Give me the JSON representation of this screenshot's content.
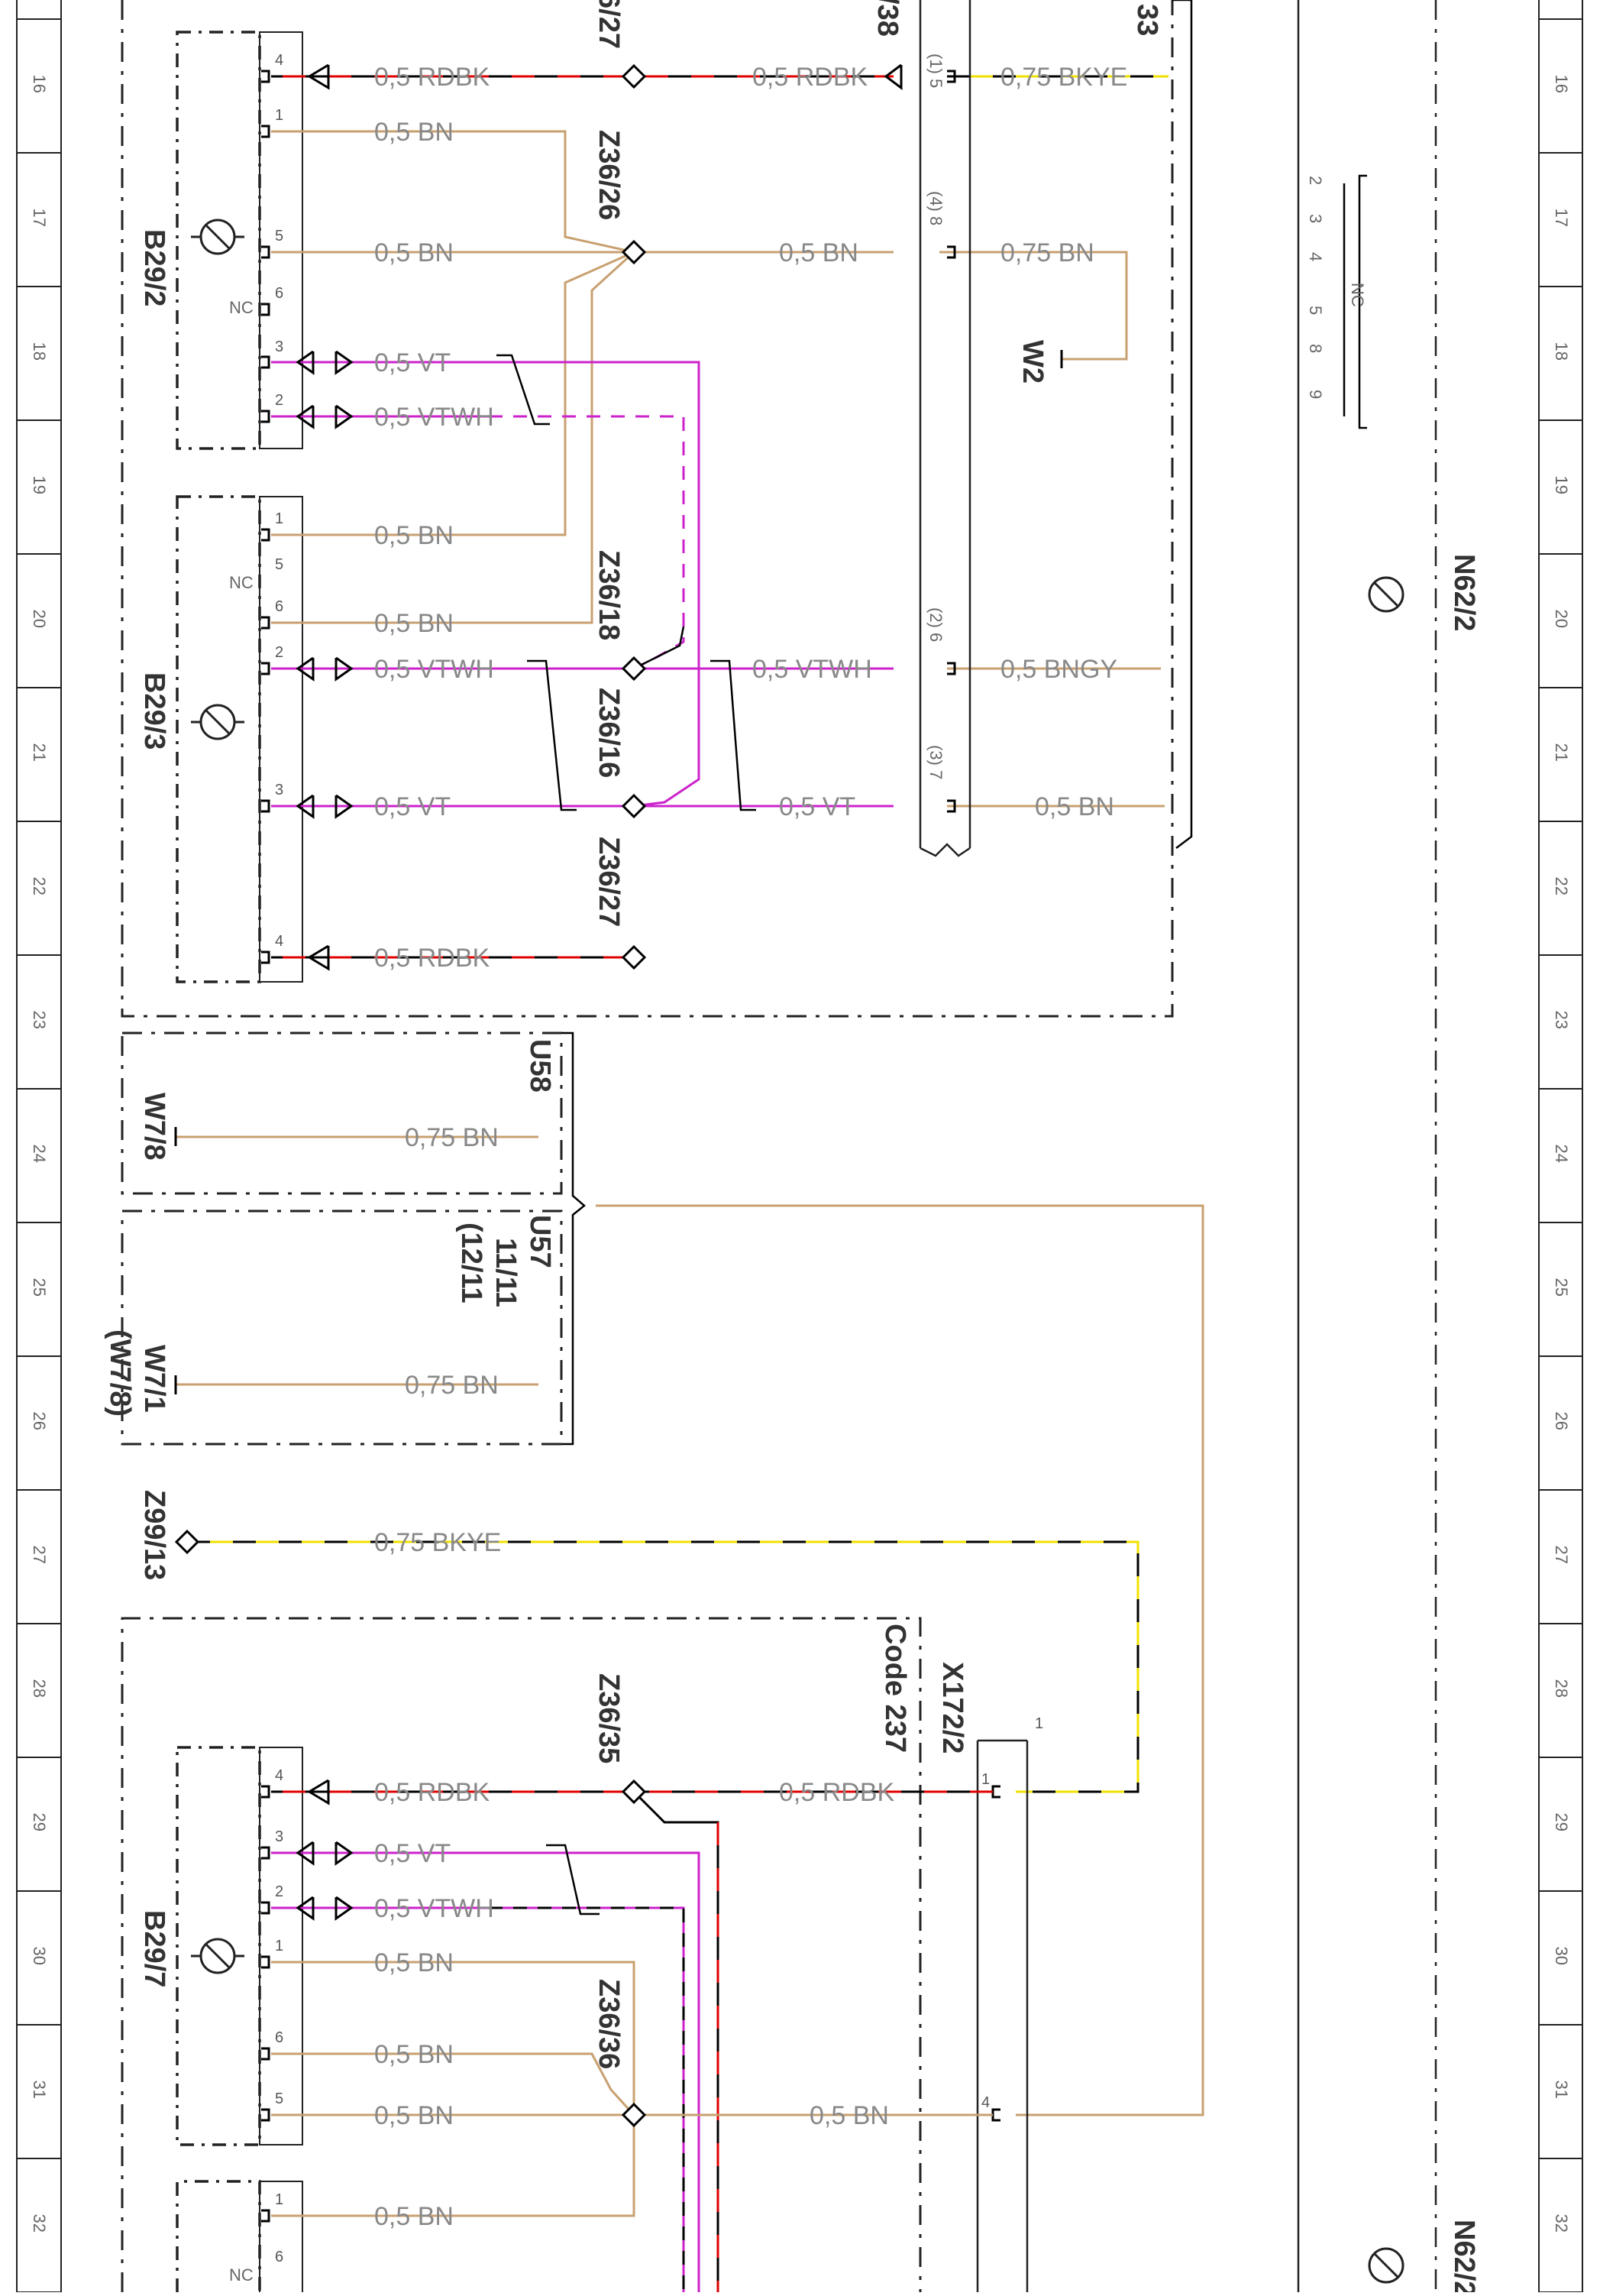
{
  "title": "",
  "rows": [
    "16",
    "17",
    "18",
    "19",
    "20",
    "21",
    "22",
    "23",
    "24",
    "25",
    "26",
    "27",
    "28",
    "29",
    "30",
    "31",
    "32"
  ],
  "components": {
    "b29_2": "B29/2",
    "b29_3": "B29/3",
    "b29_7": "B29/7",
    "n62_2_top": "N62/2",
    "n62_2_bottom": "N62/2",
    "u58": "U58",
    "u57": "U57",
    "u57_ref1": "11/11",
    "u57_ref2": "(12/11",
    "w7_8": "W7/8",
    "w7_1": "W7/1",
    "w7_1_ref": "(W7/8)",
    "w2": "W2",
    "z99_13": "Z99/13",
    "x172_2": "X172/2",
    "code_237": "Code 237",
    "top_cut_1": "6/27",
    "top_cut_2": "/38",
    "top_cut_3": "33"
  },
  "junctions": {
    "z36_26": "Z36/26",
    "z36_18": "Z36/18",
    "z36_16": "Z36/16",
    "z36_27": "Z36/27",
    "z36_35": "Z36/35",
    "z36_36": "Z36/36"
  },
  "wires": {
    "r16a": "0,5 RDBK",
    "r16b": "0,5 RDBK",
    "r16c": "0,75 BKYE",
    "r16d": "0,5 BN",
    "r17a": "0,5 BN",
    "r17b": "0,5 BN",
    "r17c": "0,75 BN",
    "r18a": "0,5 VT",
    "r18b": "0,5 VTWH",
    "r19a": "0,5 BN",
    "r20a": "0,5 BN",
    "r20b": "0,5 VTWH",
    "r20c": "0,5 VTWH",
    "r20d": "0,5 BNGY",
    "r21a": "0,5 VT",
    "r21b": "0,5 VT",
    "r21c": "0,5 BN",
    "r22a": "0,5 RDBK",
    "r24a": "0,75 BN",
    "r26a": "0,75 BN",
    "r27a": "0,75 BKYE",
    "r29a": "0,5 RDBK",
    "r29b": "0,5 RDBK",
    "r29c": "0,5 VT",
    "r29d": "0,5 VTWH",
    "r30a": "0,5 BN",
    "r31a": "0,5 BN",
    "r31b": "0,5 BN",
    "r31c": "0,5 BN",
    "r32a": "0,5 BN"
  },
  "pins": {
    "nc": "NC",
    "nc_list": [
      "2",
      "3",
      "4",
      "5",
      "8",
      "9"
    ],
    "conn_top": [
      "(1) 5",
      "(4) 8",
      "(2) 6",
      "(3) 7"
    ],
    "x172_pins": [
      "1",
      "1",
      "4"
    ]
  },
  "colors": {
    "brown": "#c8a070",
    "red": "#e00000",
    "black": "#000000",
    "violet": "#cc22cc",
    "yellow": "#f0e000",
    "grid": "#222222"
  }
}
